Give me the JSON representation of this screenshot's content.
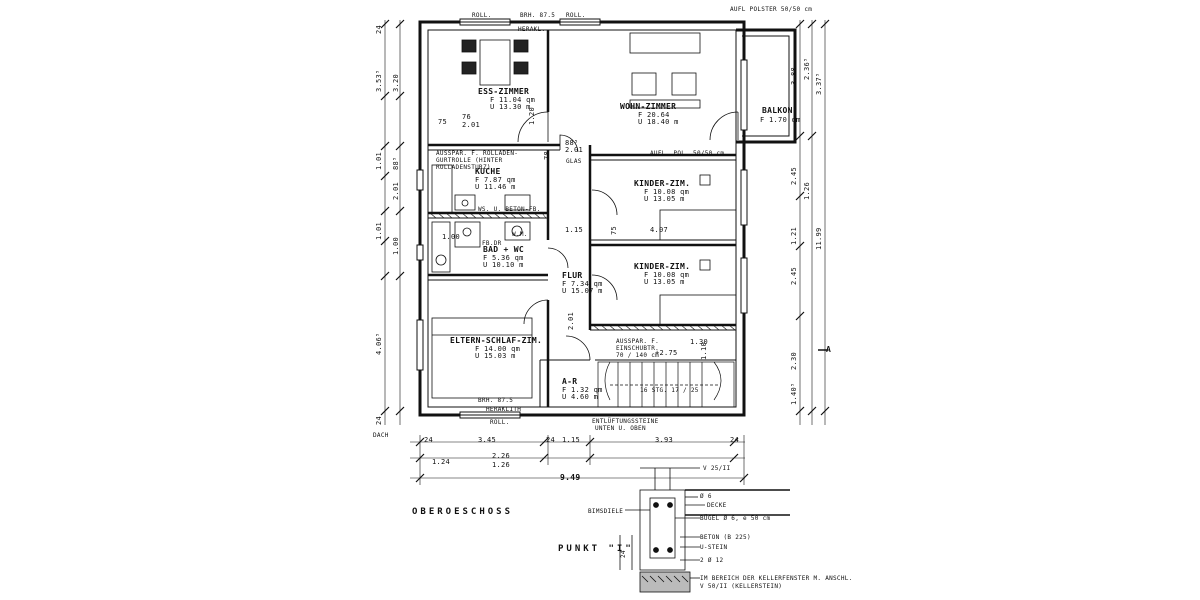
{
  "rooms": {
    "ess": {
      "name": "ESS-ZIMMER",
      "area": "F  11.04 qm",
      "perimeter": "U  13.30 m"
    },
    "wohn": {
      "name": "WOHN-ZIMMER",
      "area": "F  20.64",
      "perimeter": "U  18.40 m"
    },
    "balkon": {
      "name": "BALKON",
      "area": "F  1.70 qm"
    },
    "kueche": {
      "name": "KUCHE",
      "area": "F  7.87 qm",
      "perimeter": "U  11.46 m"
    },
    "bad": {
      "name": "BAD + WC",
      "area": "F  5.36 qm",
      "perimeter": "U  10.10 m"
    },
    "kinder1": {
      "name": "KINDER-ZIM.",
      "area": "F  10.08 qm",
      "perimeter": "U  13.05 m"
    },
    "kinder2": {
      "name": "KINDER-ZIM.",
      "area": "F  10.08 qm",
      "perimeter": "U  13.05 m"
    },
    "flur": {
      "name": "FLUR",
      "area": "F  7.34 qm",
      "perimeter": "U 15.07 m"
    },
    "eltern": {
      "name": "ELTERN-SCHLAF-ZIM.",
      "area": "F  14.00 qm",
      "perimeter": "U  15.03 m"
    },
    "ar": {
      "name": "A-R",
      "area": "F  1.32 qm",
      "perimeter": "U  4.60 m"
    }
  },
  "labels": {
    "roll": "ROLL.",
    "heraklith": "HERAKL.",
    "heraklith_full": "HERAKLITH",
    "brh875": "BRH. 87.5",
    "brh": "BRH. 87.5",
    "aufl_polster": "AUFL POLSTER 50/50 cm",
    "aufl_pol": "AUFL. POL. 50/50 cm",
    "aussparung_rolladen": "AUSSPAR. F. ROLLADEN-",
    "gurtrolle": "GURTROLLE (HINTER",
    "rolladensturz": "ROLLADENSTURZ)",
    "ws_beton": "WS. U. BETON-FB.",
    "fb_dr": "FB.DR",
    "wm": "W.M.",
    "aussparung_einschub": "AUSSPAR. F.",
    "einschubtr": "EINSCHUBTR.",
    "einschub_mass": "70 / 140 cm",
    "stair": "16  STG. 17 / 25",
    "lueftung1": "ENTLÜFTUNGSSTEINE",
    "lueftung2": "UNTEN U. OBEN",
    "glas": "GLAS",
    "dach": "DACH",
    "section_marker": "A"
  },
  "title": "OBEROESCHOSS",
  "detail": {
    "title": "PUNKT \"I\"",
    "bimsdiele": "BIMSDIELE",
    "v25": "V 25/II",
    "phi6": "Ø 6",
    "decke": "DECKE",
    "buegel": "BÜGEL Ø 6, e 50 cm",
    "beton": "BETON (B 225)",
    "usteine": "U-STEIN",
    "phi12": "2 Ø 12",
    "note1": "IM BEREICH DER KELLERFENSTER M. ANSCHL.",
    "note2": "V 50/II (KELLERSTEIN)",
    "dim24": "24"
  },
  "dims": {
    "bottom1": [
      "24",
      "3.45",
      "24",
      "1.15",
      "3.93",
      "24"
    ],
    "bottom2": [
      "1.24",
      "2.26",
      "1.26"
    ],
    "total": "9.49",
    "left": [
      "3.53⁵",
      "3.20",
      "1.01",
      "88⁵",
      "2.01",
      "1.01",
      "1.00",
      "4.06⁵",
      "24",
      "24"
    ],
    "right": [
      "3.88",
      "2.36⁵",
      "3.37⁵",
      "2.45",
      "1.21",
      "2.45",
      "1.26",
      "2.30",
      "1.40⁵",
      "11.99"
    ],
    "inner": [
      "75",
      "76",
      "2.01",
      "1.20",
      "1.15",
      "4.07",
      "75",
      "2.01",
      "1.30",
      "+2.75",
      "1.10",
      "88⁵",
      "78",
      "1.00",
      "2.01"
    ]
  }
}
